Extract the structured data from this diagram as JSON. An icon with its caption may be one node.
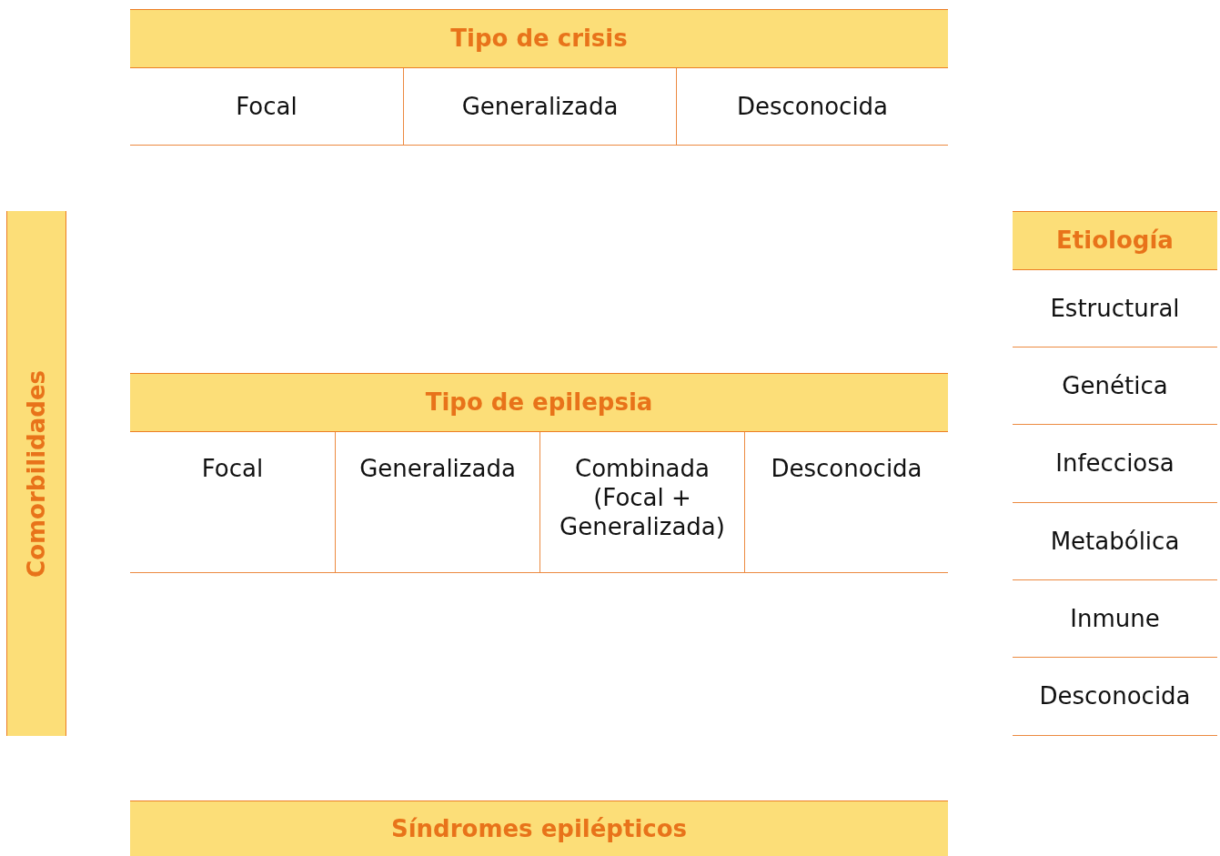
{
  "diagram": {
    "nodes": [
      {
        "text": [
          "Tipo de crisis"
        ]
      },
      {
        "text": [
          "Focal"
        ]
      },
      {
        "text": [
          "Generalizada"
        ]
      },
      {
        "text": [
          "Desconocida"
        ]
      },
      {
        "text": [
          "Comorbilidades"
        ]
      },
      {
        "text": [
          "Etiología"
        ]
      },
      {
        "text": [
          "Estructural"
        ]
      },
      {
        "text": [
          "Genética"
        ]
      },
      {
        "text": [
          "Infecciosa"
        ]
      },
      {
        "text": [
          "Metabólica"
        ]
      },
      {
        "text": [
          "Inmune"
        ]
      },
      {
        "text": [
          "Desconocida"
        ]
      },
      {
        "text": [
          "Tipo de epilepsia"
        ]
      },
      {
        "text": [
          "Focal"
        ]
      },
      {
        "text": [
          "Generalizada"
        ]
      },
      {
        "text": [
          "Combinada (Focal + Generalizada)"
        ]
      },
      {
        "text": [
          "Desconocida"
        ]
      },
      {
        "text": [
          "Síndromes epilépticos"
        ]
      }
    ]
  }
}
